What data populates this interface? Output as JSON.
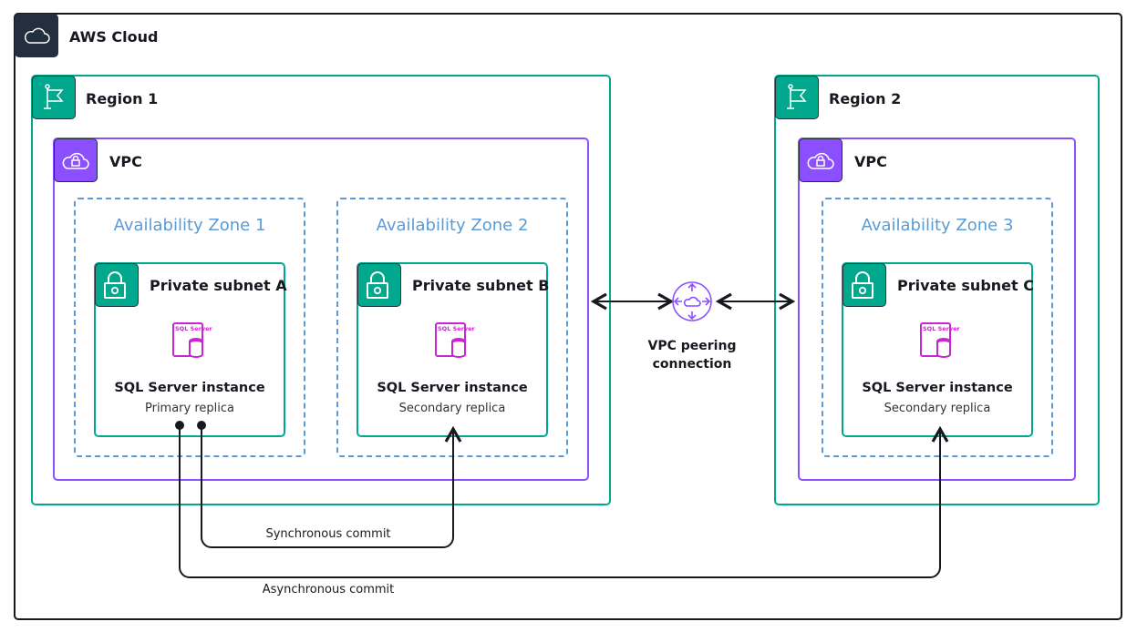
{
  "cloud": {
    "label": "AWS Cloud",
    "icon": "cloud-icon"
  },
  "regions": [
    {
      "label": "Region 1",
      "icon": "flag-icon",
      "vpc": {
        "label": "VPC",
        "icon": "vpc-lock-cloud-icon"
      },
      "zones": [
        {
          "label": "Availability Zone 1",
          "subnet": {
            "label": "Private subnet A",
            "icon": "lock-icon",
            "instance": {
              "icon_text": "SQL Server",
              "name": "SQL Server instance",
              "role": "Primary replica"
            }
          }
        },
        {
          "label": "Availability Zone 2",
          "subnet": {
            "label": "Private subnet B",
            "icon": "lock-icon",
            "instance": {
              "icon_text": "SQL Server",
              "name": "SQL Server instance",
              "role": "Secondary replica"
            }
          }
        }
      ]
    },
    {
      "label": "Region 2",
      "icon": "flag-icon",
      "vpc": {
        "label": "VPC",
        "icon": "vpc-lock-cloud-icon"
      },
      "zones": [
        {
          "label": "Availability Zone 3",
          "subnet": {
            "label": "Private subnet C",
            "icon": "lock-icon",
            "instance": {
              "icon_text": "SQL Server",
              "name": "SQL Server instance",
              "role": "Secondary replica"
            }
          }
        }
      ]
    }
  ],
  "peering": {
    "line1": "VPC peering",
    "line2": "connection",
    "icon": "vpc-peering-icon"
  },
  "connections": {
    "sync": "Synchronous commit",
    "async": "Asynchronous commit"
  },
  "colors": {
    "cloud": "#232f3e",
    "region": "#01a88d",
    "vpc": "#8c4fff",
    "az": "#5b9bd5",
    "sql": "#c925d1"
  }
}
